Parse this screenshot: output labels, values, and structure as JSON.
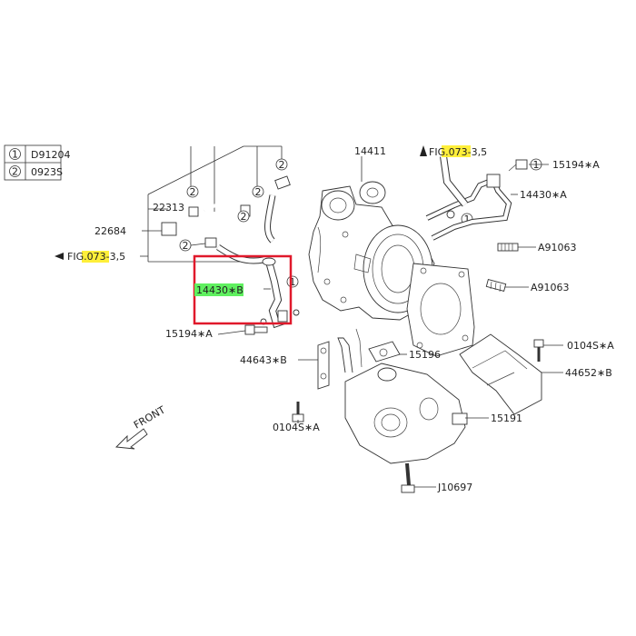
{
  "legend": [
    {
      "num": "1",
      "code": "D91204"
    },
    {
      "num": "2",
      "code": "0923S"
    }
  ],
  "callouts": {
    "turbo": "14411",
    "fig_top": {
      "pre": "FIG",
      "mid": ".07",
      "post": "3-3,5"
    },
    "fig_left": {
      "pre": "FIG",
      "mid": ".07",
      "post": "3-3,5"
    },
    "bolt_top": "15194∗A",
    "pipe_a": "14430∗A",
    "stud_1": "A91063",
    "stud_2": "A91063",
    "hose_22313": "22313",
    "hose_22684": "22684",
    "pipe_b": "14430∗B",
    "bolt_left": "15194∗A",
    "gasket": "15196",
    "bracket_b": "44643∗B",
    "bolt_0104_right": "0104S∗A",
    "cover": "44652∗B",
    "bolt_0104_left": "0104S∗A",
    "manifold": "15191",
    "bolt_bottom": "J10697",
    "front": "FRONT"
  },
  "circle_labels": {
    "one": "1",
    "two": "2"
  },
  "highlight_colors": {
    "figure_ref": "#ffef3a",
    "selected_part": "#5ff05f",
    "selected_box": "#e0192b"
  }
}
